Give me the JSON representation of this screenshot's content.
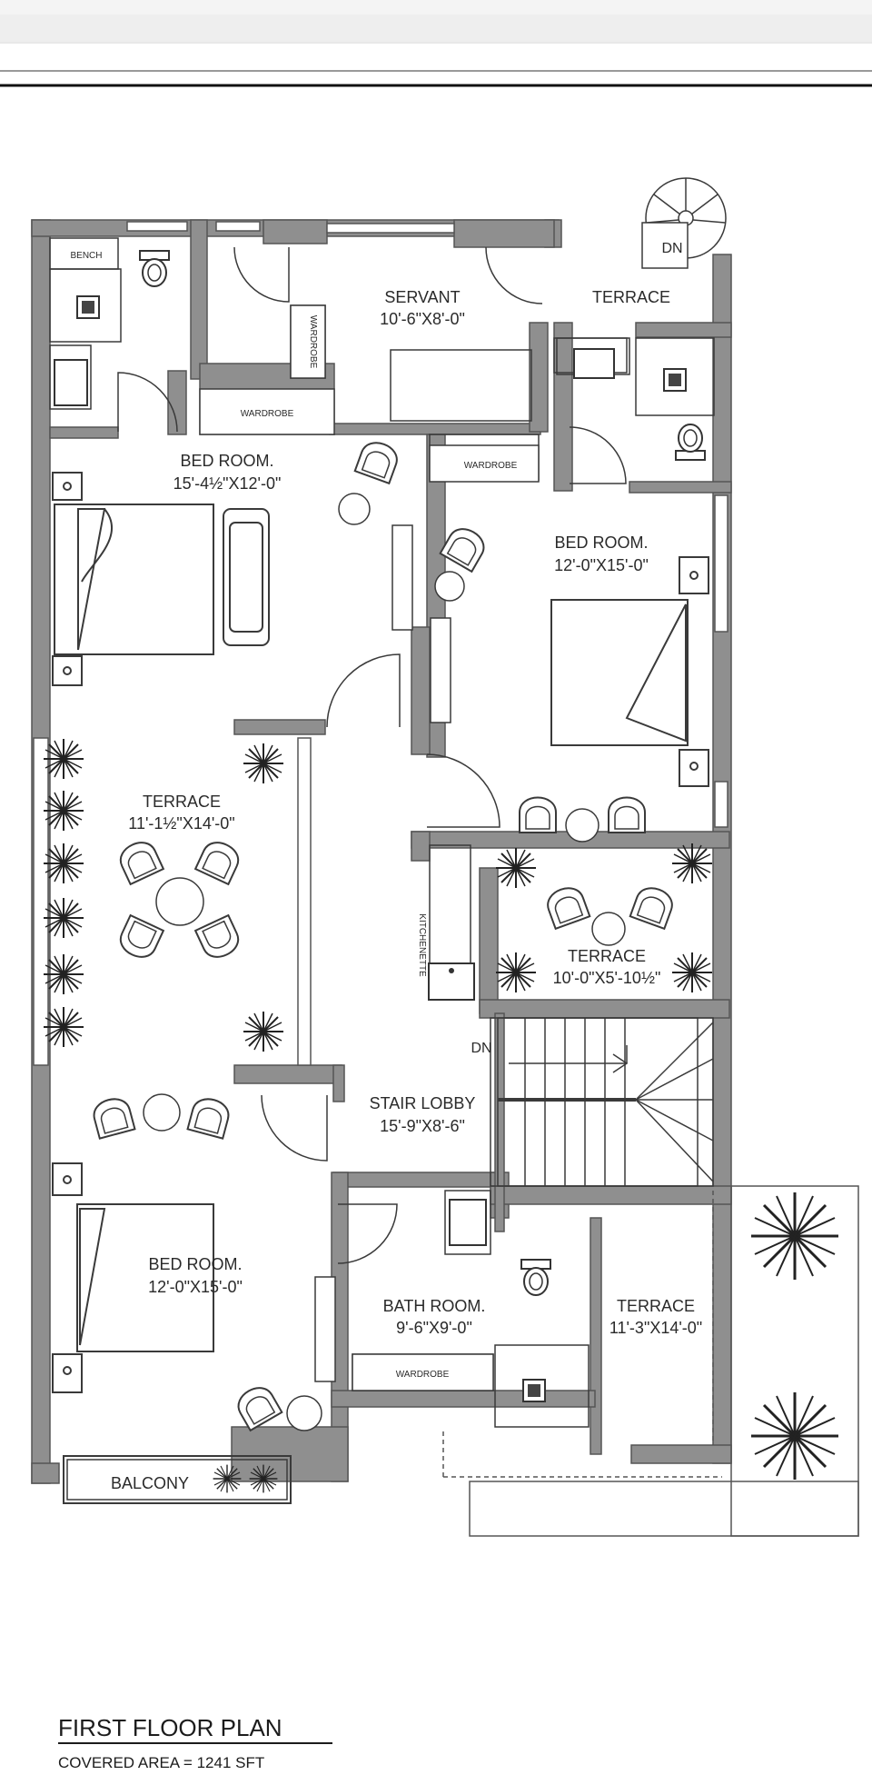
{
  "plan": {
    "title": "FIRST FLOOR PLAN",
    "subtitle": "COVERED AREA = 1241 SFT"
  },
  "rooms": {
    "servant": {
      "name": "SERVANT",
      "dims": "10'-6\"X8'-0\""
    },
    "terrace_top": {
      "name": "TERRACE"
    },
    "bedroom_1": {
      "name": "BED ROOM.",
      "dims": "15'-4½\"X12'-0\""
    },
    "bedroom_2": {
      "name": "BED ROOM.",
      "dims": "12'-0\"X15'-0\""
    },
    "terrace_1": {
      "name": "TERRACE",
      "dims": "11'-1½\"X14'-0\""
    },
    "terrace_2": {
      "name": "TERRACE",
      "dims": "10'-0\"X5'-10½\""
    },
    "stair_lobby": {
      "name": "STAIR LOBBY",
      "dims": "15'-9\"X8'-6\""
    },
    "bedroom_3": {
      "name": "BED ROOM.",
      "dims": "12'-0\"X15'-0\""
    },
    "bathroom": {
      "name": "BATH ROOM.",
      "dims": "9'-6\"X9'-0\""
    },
    "terrace_3": {
      "name": "TERRACE",
      "dims": "11'-3\"X14'-0\""
    },
    "balcony": {
      "name": "BALCONY"
    }
  },
  "fixtures": {
    "bench": "BENCH",
    "wardrobe": "WARDROBE",
    "wardrobe_vertical": "WARDROBE",
    "kitchenette": "KITCHENETTE",
    "dn_top": "DN",
    "dn_stair": "DN"
  },
  "colors": {
    "wall": "#8f8f8f",
    "wall_outline": "#555555",
    "line": "#3a3a3a",
    "top_bar": "#f1f1f1"
  }
}
